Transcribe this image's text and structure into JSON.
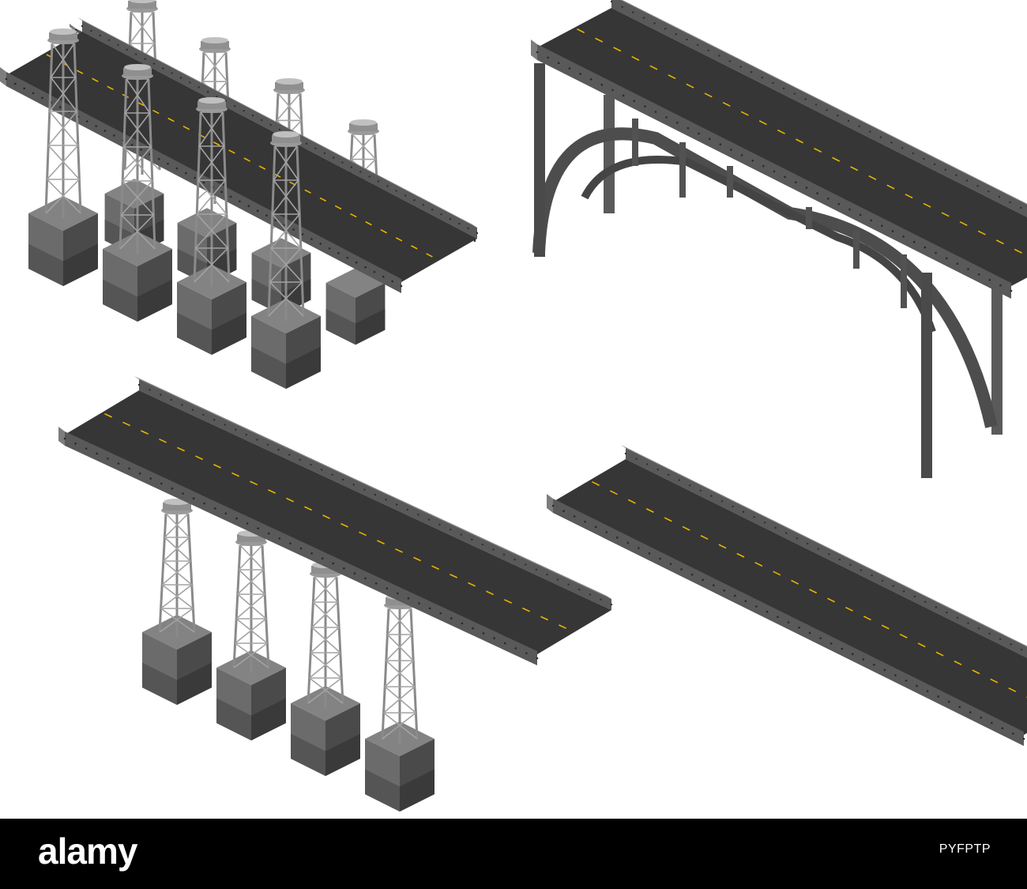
{
  "footer": {
    "logo_text": "alamy",
    "image_code": "PYFPTP"
  },
  "watermark": {
    "text": "alamy"
  },
  "illustrations": [
    {
      "name": "twin-bridges-with-lattice-towers"
    },
    {
      "name": "arch-bridge"
    },
    {
      "name": "bridge-on-lattice-towers"
    },
    {
      "name": "bridge-deck"
    }
  ],
  "colors": {
    "deck": "#363636",
    "rail_top": "#7d7d7d",
    "rail_side": "#595959",
    "lane_marking": "#e8b300",
    "tower": "#8a8a8a",
    "pier_top": "#838383",
    "pier_left": "#6b6b6b",
    "pier_right": "#4a4a4a",
    "arch": "#4d4d4d"
  }
}
